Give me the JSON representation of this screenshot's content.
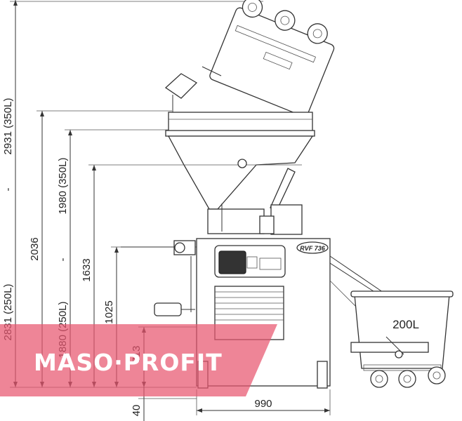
{
  "dimensions": {
    "h_2931_350": "2931 (350L)",
    "h_2831_250": "2831 (250L)",
    "h_2036": "2036",
    "h_1980_350": "1980 (350L)",
    "h_1880_250": "1880 (250L)",
    "h_1633": "1633",
    "h_1025": "1025",
    "h_713": "713",
    "h_40": "40",
    "w_990": "990",
    "dash": "-"
  },
  "machine": {
    "model_badge": "RVF 736",
    "cart_label": "200L"
  },
  "watermark": {
    "text": "MASO·PROFIT",
    "color": "#e8566f"
  }
}
